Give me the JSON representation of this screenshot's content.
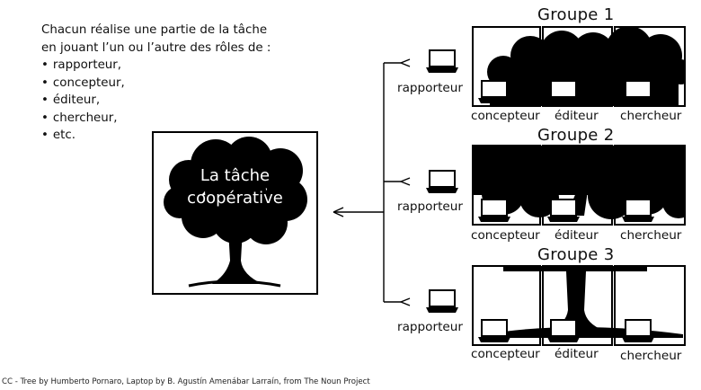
{
  "intro": {
    "line1": "Chacun réalise une partie de la tâche",
    "line2": "en jouant l’un ou l’autre des rôles de :",
    "roles": [
      "rapporteur,",
      "concepteur,",
      "éditeur,",
      "chercheur,",
      "etc."
    ]
  },
  "task": {
    "line1": "La tâche",
    "line2": "coopérative"
  },
  "groups": [
    {
      "title": "Groupe 1",
      "reporter": "rapporteur",
      "roles": [
        "concepteur",
        "éditeur",
        "chercheur"
      ]
    },
    {
      "title": "Groupe 2",
      "reporter": "rapporteur",
      "roles": [
        "concepteur",
        "éditeur",
        "chercheur"
      ]
    },
    {
      "title": "Groupe 3",
      "reporter": "rapporteur",
      "roles": [
        "concepteur",
        "éditeur",
        "chercheur"
      ]
    }
  ],
  "credit": "CC - Tree by Humberto Pornaro, Laptop by B. Agustín Amenábar Larraín, from The Noun Project",
  "colors": {
    "ink": "#000000",
    "background": "#ffffff"
  },
  "icons": [
    "tree-icon",
    "laptop-icon",
    "arrow-left-icon"
  ]
}
